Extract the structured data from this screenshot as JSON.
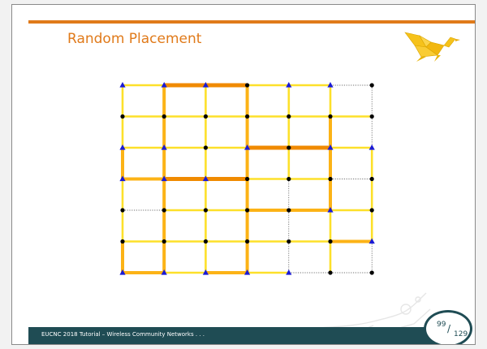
{
  "slide": {
    "title": "Random Placement",
    "footer": "EUCNC 2018 Tutorial – Wireless Community Networks . . .",
    "page": {
      "current": "99",
      "total": "129"
    }
  },
  "colors": {
    "accent": "#e07a1a",
    "footer_bg": "#1f4c54",
    "link_strong": "#f08a00",
    "link_medium": "#fcb316",
    "link_weak": "#fde02a",
    "link_inactive": "#444444",
    "node_gateway": "#1a1ad6",
    "node_regular": "#000000",
    "logo": "#f6c21a"
  },
  "network": {
    "rows": 7,
    "cols": 7,
    "gateway_nodes": [
      [
        0,
        0
      ],
      [
        0,
        1
      ],
      [
        0,
        2
      ],
      [
        0,
        4
      ],
      [
        0,
        5
      ],
      [
        2,
        0
      ],
      [
        2,
        1
      ],
      [
        2,
        3
      ],
      [
        2,
        5
      ],
      [
        2,
        6
      ],
      [
        3,
        0
      ],
      [
        3,
        1
      ],
      [
        3,
        2
      ],
      [
        4,
        5
      ],
      [
        5,
        6
      ],
      [
        6,
        0
      ],
      [
        6,
        1
      ],
      [
        6,
        2
      ],
      [
        6,
        3
      ],
      [
        6,
        4
      ]
    ],
    "horizontal_links": [
      [
        "weak",
        "strong",
        "strong",
        "weak",
        "weak",
        "none"
      ],
      [
        "weak",
        "weak",
        "weak",
        "weak",
        "weak",
        "weak"
      ],
      [
        "weak",
        "weak",
        "weak",
        "strong",
        "strong",
        "weak"
      ],
      [
        "medium",
        "strong",
        "strong",
        "weak",
        "weak",
        "none"
      ],
      [
        "none",
        "weak",
        "weak",
        "medium",
        "medium",
        "weak"
      ],
      [
        "weak",
        "weak",
        "weak",
        "weak",
        "weak",
        "medium"
      ],
      [
        "medium",
        "weak",
        "medium",
        "weak",
        "none",
        "none"
      ]
    ],
    "vertical_links": [
      [
        "weak",
        "medium",
        "weak",
        "medium",
        "weak",
        "weak",
        "none"
      ],
      [
        "weak",
        "medium",
        "weak",
        "medium",
        "weak",
        "medium",
        "none"
      ],
      [
        "medium",
        "medium",
        "weak",
        "medium",
        "weak",
        "medium",
        "weak"
      ],
      [
        "weak",
        "medium",
        "weak",
        "medium",
        "none",
        "medium",
        "weak"
      ],
      [
        "weak",
        "medium",
        "weak",
        "medium",
        "none",
        "weak",
        "weak"
      ],
      [
        "medium",
        "medium",
        "weak",
        "medium",
        "none",
        "weak",
        "none"
      ]
    ]
  }
}
